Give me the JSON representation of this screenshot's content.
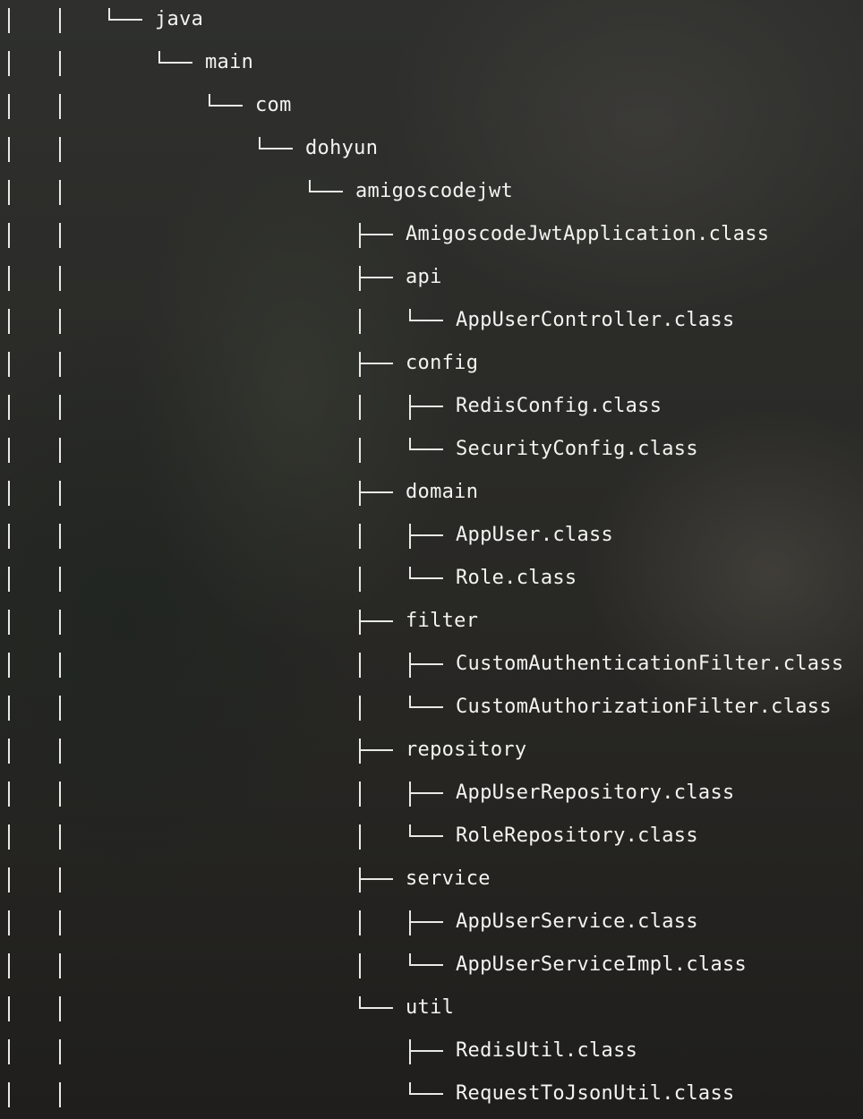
{
  "tree": {
    "rows": [
      {
        "label": "java",
        "depth": 0,
        "last": true,
        "ancestors_open": []
      },
      {
        "label": "main",
        "depth": 1,
        "last": true,
        "ancestors_open": [
          false
        ]
      },
      {
        "label": "com",
        "depth": 2,
        "last": true,
        "ancestors_open": [
          false,
          false
        ]
      },
      {
        "label": "dohyun",
        "depth": 3,
        "last": true,
        "ancestors_open": [
          false,
          false,
          false
        ]
      },
      {
        "label": "amigoscodejwt",
        "depth": 4,
        "last": true,
        "ancestors_open": [
          false,
          false,
          false,
          false
        ]
      },
      {
        "label": "AmigoscodeJwtApplication.class",
        "depth": 5,
        "last": false,
        "ancestors_open": [
          false,
          false,
          false,
          false,
          false
        ]
      },
      {
        "label": "api",
        "depth": 5,
        "last": false,
        "ancestors_open": [
          false,
          false,
          false,
          false,
          false
        ]
      },
      {
        "label": "AppUserController.class",
        "depth": 6,
        "last": true,
        "ancestors_open": [
          false,
          false,
          false,
          false,
          false,
          true
        ]
      },
      {
        "label": "config",
        "depth": 5,
        "last": false,
        "ancestors_open": [
          false,
          false,
          false,
          false,
          false
        ]
      },
      {
        "label": "RedisConfig.class",
        "depth": 6,
        "last": false,
        "ancestors_open": [
          false,
          false,
          false,
          false,
          false,
          true
        ]
      },
      {
        "label": "SecurityConfig.class",
        "depth": 6,
        "last": true,
        "ancestors_open": [
          false,
          false,
          false,
          false,
          false,
          true
        ]
      },
      {
        "label": "domain",
        "depth": 5,
        "last": false,
        "ancestors_open": [
          false,
          false,
          false,
          false,
          false
        ]
      },
      {
        "label": "AppUser.class",
        "depth": 6,
        "last": false,
        "ancestors_open": [
          false,
          false,
          false,
          false,
          false,
          true
        ]
      },
      {
        "label": "Role.class",
        "depth": 6,
        "last": true,
        "ancestors_open": [
          false,
          false,
          false,
          false,
          false,
          true
        ]
      },
      {
        "label": "filter",
        "depth": 5,
        "last": false,
        "ancestors_open": [
          false,
          false,
          false,
          false,
          false
        ]
      },
      {
        "label": "CustomAuthenticationFilter.class",
        "depth": 6,
        "last": false,
        "ancestors_open": [
          false,
          false,
          false,
          false,
          false,
          true
        ]
      },
      {
        "label": "CustomAuthorizationFilter.class",
        "depth": 6,
        "last": true,
        "ancestors_open": [
          false,
          false,
          false,
          false,
          false,
          true
        ]
      },
      {
        "label": "repository",
        "depth": 5,
        "last": false,
        "ancestors_open": [
          false,
          false,
          false,
          false,
          false
        ]
      },
      {
        "label": "AppUserRepository.class",
        "depth": 6,
        "last": false,
        "ancestors_open": [
          false,
          false,
          false,
          false,
          false,
          true
        ]
      },
      {
        "label": "RoleRepository.class",
        "depth": 6,
        "last": true,
        "ancestors_open": [
          false,
          false,
          false,
          false,
          false,
          true
        ]
      },
      {
        "label": "service",
        "depth": 5,
        "last": false,
        "ancestors_open": [
          false,
          false,
          false,
          false,
          false
        ]
      },
      {
        "label": "AppUserService.class",
        "depth": 6,
        "last": false,
        "ancestors_open": [
          false,
          false,
          false,
          false,
          false,
          true
        ]
      },
      {
        "label": "AppUserServiceImpl.class",
        "depth": 6,
        "last": true,
        "ancestors_open": [
          false,
          false,
          false,
          false,
          false,
          true
        ]
      },
      {
        "label": "util",
        "depth": 5,
        "last": true,
        "ancestors_open": [
          false,
          false,
          false,
          false,
          false
        ]
      },
      {
        "label": "RedisUtil.class",
        "depth": 6,
        "last": false,
        "ancestors_open": [
          false,
          false,
          false,
          false,
          false,
          false
        ]
      },
      {
        "label": "RequestToJsonUtil.class",
        "depth": 6,
        "last": true,
        "ancestors_open": [
          false,
          false,
          false,
          false,
          false,
          false
        ]
      }
    ]
  },
  "colors": {
    "text": "#f3f3f0",
    "lines": "#e9e9e6"
  }
}
